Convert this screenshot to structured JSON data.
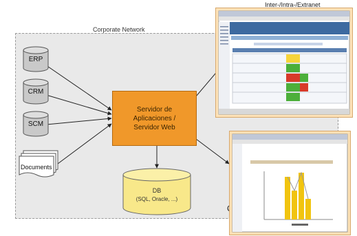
{
  "labels": {
    "corporate_network": "Corporate Network",
    "inter_intra_extranet": "Inter-/Intra-/Extranet"
  },
  "systems": {
    "erp": "ERP",
    "crm": "CRM",
    "scm": "SCM",
    "documents": "Documents"
  },
  "server": {
    "label": "Servidor de\nAplicaciones /\nServidor Web"
  },
  "database": {
    "title": "DB",
    "subtitle": "(SQL, Oracle, ...)"
  },
  "stray_text": "Q",
  "colors": {
    "server_fill": "#f0982a",
    "db_fill": "#f8e88a",
    "network_bg": "#e9e9e9",
    "screenshot_border": "#d7a86c"
  }
}
